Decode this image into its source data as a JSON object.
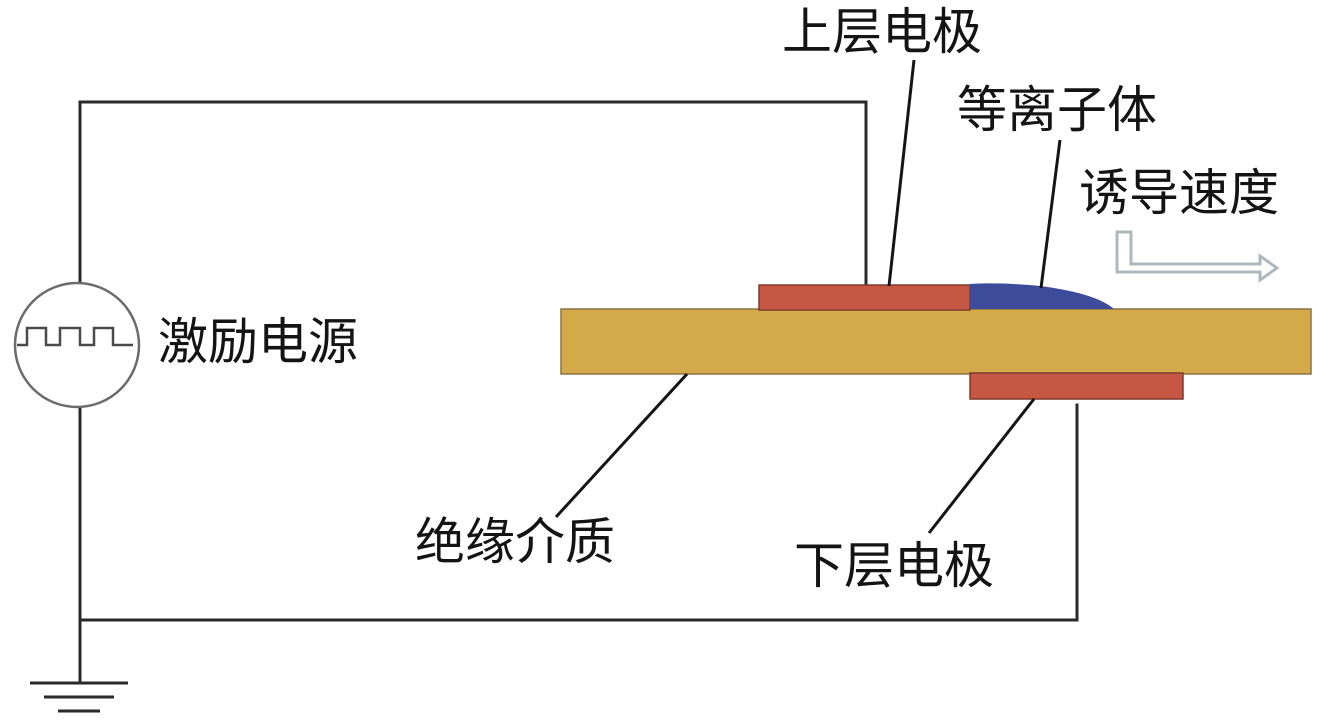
{
  "labels": {
    "power_source": "激励电源",
    "upper_electrode": "上层电极",
    "plasma": "等离子体",
    "induced_velocity": "诱导速度",
    "dielectric": "绝缘介质",
    "lower_electrode": "下层电极"
  },
  "colors": {
    "dielectric": "#D4A94A",
    "electrode": "#C55743",
    "plasma": "#3D4B9B",
    "wire": "#2A2A2A",
    "arrow": "#AEB9BE"
  },
  "icons": {
    "source": "square-wave-source-icon",
    "ground": "ground-icon",
    "flow": "induced-flow-arrow-icon"
  }
}
